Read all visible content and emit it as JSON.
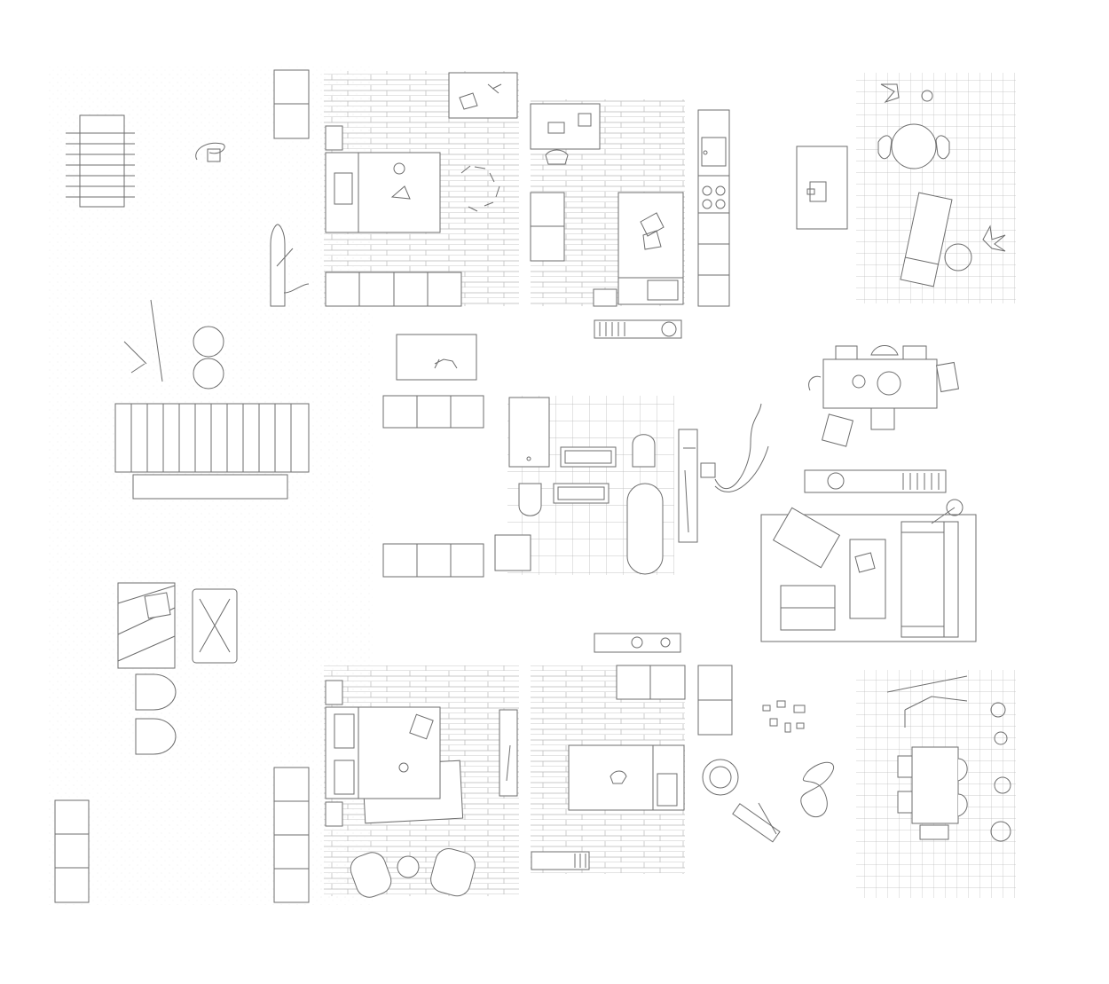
{
  "drawing": {
    "type": "furniture-floor-plan",
    "line_color": "#6e6e6e",
    "grid_color": "#b4b4b4",
    "background": "#ffffff"
  },
  "zones": [
    {
      "name": "speckled-floor-area",
      "floor": "terrazzo"
    },
    {
      "name": "bedroom-top-left",
      "floor": "wood-planks"
    },
    {
      "name": "bedroom-top-middle",
      "floor": "wood-planks"
    },
    {
      "name": "patio-top-right",
      "floor": "tile-grid"
    },
    {
      "name": "bathroom",
      "floor": "tile-grid"
    },
    {
      "name": "living-room",
      "floor": "rug"
    },
    {
      "name": "bedroom-bottom-left",
      "floor": "wood-planks"
    },
    {
      "name": "bedroom-bottom-middle",
      "floor": "wood-planks"
    },
    {
      "name": "patio-bottom-right",
      "floor": "tile-grid"
    }
  ],
  "objects": [
    "foosball-table-icon",
    "vacuum-icon",
    "ironing-board-icon",
    "bicycle-icon",
    "chair-icon",
    "staircase-icon",
    "bed-icon",
    "rug-icon",
    "shelf-icon",
    "desk-icon",
    "wardrobe-icon",
    "kitchen-counter-icon",
    "stove-icon",
    "sink-icon",
    "kitchen-island-icon",
    "round-table-icon",
    "sun-lounger-icon",
    "plant-icon",
    "dining-table-icon",
    "bathtub-icon",
    "toilet-icon",
    "tv-unit-icon",
    "media-console-icon",
    "sofa-icon",
    "armchair-icon",
    "coffee-table-icon",
    "toy-track-icon",
    "seesaw-icon"
  ]
}
